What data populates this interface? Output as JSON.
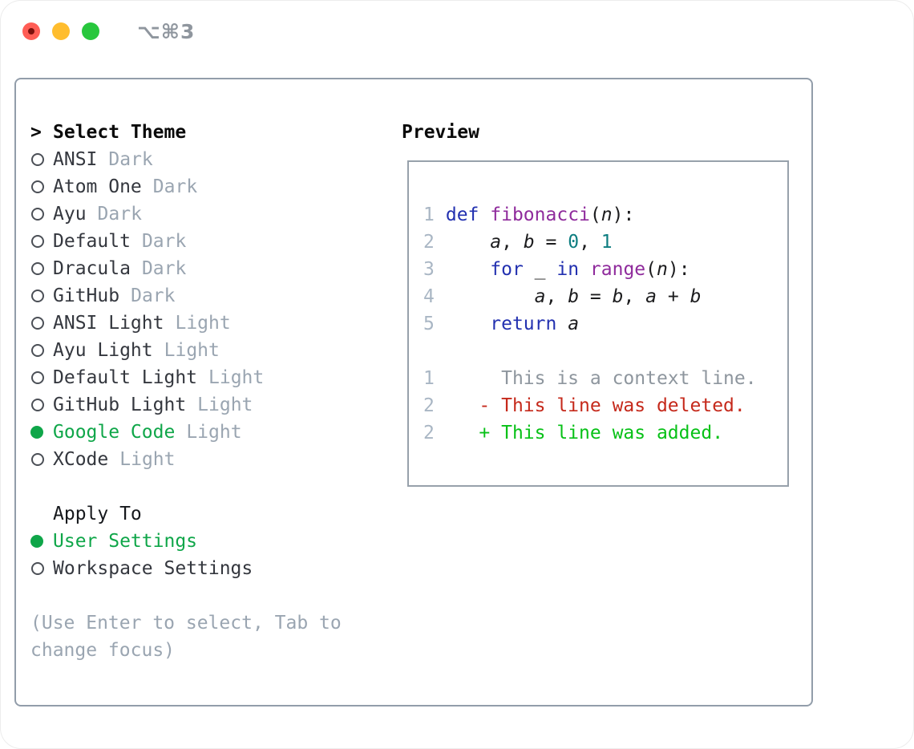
{
  "window": {
    "title": "⌥⌘3"
  },
  "colors": {
    "selection_green": "#0fa649",
    "item_text": "#34373e",
    "tag_text": "#9aa5b1",
    "line_number": "#a9b6c4",
    "keyword": "#2331b0",
    "function": "#8f2b9c",
    "number": "#0d7d80",
    "plain": "#1c1c1e",
    "context": "#8e969e",
    "deleted": "#c5291b",
    "added": "#07c117"
  },
  "panel": {
    "select_theme_header": "Select Theme",
    "themes": [
      {
        "name": "ANSI",
        "tag": "Dark",
        "selected": false
      },
      {
        "name": "Atom One",
        "tag": "Dark",
        "selected": false
      },
      {
        "name": "Ayu",
        "tag": "Dark",
        "selected": false
      },
      {
        "name": "Default",
        "tag": "Dark",
        "selected": false
      },
      {
        "name": "Dracula",
        "tag": "Dark",
        "selected": false
      },
      {
        "name": "GitHub",
        "tag": "Dark",
        "selected": false
      },
      {
        "name": "ANSI Light",
        "tag": "Light",
        "selected": false
      },
      {
        "name": "Ayu Light",
        "tag": "Light",
        "selected": false
      },
      {
        "name": "Default Light",
        "tag": "Light",
        "selected": false
      },
      {
        "name": "GitHub Light",
        "tag": "Light",
        "selected": false
      },
      {
        "name": "Google Code",
        "tag": "Light",
        "selected": true
      },
      {
        "name": "XCode",
        "tag": "Light",
        "selected": false
      }
    ],
    "apply_to": {
      "header": "Apply To",
      "options": [
        {
          "label": "User Settings",
          "selected": true
        },
        {
          "label": "Workspace Settings",
          "selected": false
        }
      ]
    },
    "hint_lines": [
      "(Use Enter to select, Tab to",
      "change focus)"
    ]
  },
  "preview": {
    "title": "Preview",
    "code_lines": [
      {
        "num": "1",
        "tokens": [
          {
            "t": "def",
            "c": "keyword"
          },
          {
            "t": " ",
            "c": "plain"
          },
          {
            "t": "fibonacci",
            "c": "function"
          },
          {
            "t": "(",
            "c": "plain"
          },
          {
            "t": "n",
            "c": "plain",
            "i": true
          },
          {
            "t": "):",
            "c": "plain"
          }
        ]
      },
      {
        "num": "2",
        "tokens": [
          {
            "t": "    ",
            "c": "plain"
          },
          {
            "t": "a",
            "c": "plain",
            "i": true
          },
          {
            "t": ", ",
            "c": "plain"
          },
          {
            "t": "b",
            "c": "plain",
            "i": true
          },
          {
            "t": " = ",
            "c": "plain"
          },
          {
            "t": "0",
            "c": "number"
          },
          {
            "t": ", ",
            "c": "plain"
          },
          {
            "t": "1",
            "c": "number"
          }
        ]
      },
      {
        "num": "3",
        "tokens": [
          {
            "t": "    ",
            "c": "plain"
          },
          {
            "t": "for",
            "c": "keyword"
          },
          {
            "t": " _ ",
            "c": "plain"
          },
          {
            "t": "in",
            "c": "keyword"
          },
          {
            "t": " ",
            "c": "plain"
          },
          {
            "t": "range",
            "c": "function"
          },
          {
            "t": "(",
            "c": "plain"
          },
          {
            "t": "n",
            "c": "plain",
            "i": true
          },
          {
            "t": "):",
            "c": "plain"
          }
        ]
      },
      {
        "num": "4",
        "tokens": [
          {
            "t": "        ",
            "c": "plain"
          },
          {
            "t": "a",
            "c": "plain",
            "i": true
          },
          {
            "t": ", ",
            "c": "plain"
          },
          {
            "t": "b",
            "c": "plain",
            "i": true
          },
          {
            "t": " = ",
            "c": "plain"
          },
          {
            "t": "b",
            "c": "plain",
            "i": true
          },
          {
            "t": ", ",
            "c": "plain"
          },
          {
            "t": "a",
            "c": "plain",
            "i": true
          },
          {
            "t": " + ",
            "c": "plain"
          },
          {
            "t": "b",
            "c": "plain",
            "i": true
          }
        ]
      },
      {
        "num": "5",
        "tokens": [
          {
            "t": "    ",
            "c": "plain"
          },
          {
            "t": "return",
            "c": "keyword"
          },
          {
            "t": " ",
            "c": "plain"
          },
          {
            "t": "a",
            "c": "plain",
            "i": true
          }
        ]
      },
      {
        "num": "",
        "tokens": []
      },
      {
        "num": "1",
        "tokens": [
          {
            "t": "     This is a context line.",
            "c": "context"
          }
        ]
      },
      {
        "num": "2",
        "tokens": [
          {
            "t": "   ",
            "c": "plain"
          },
          {
            "t": "- This line was deleted.",
            "c": "deleted"
          }
        ]
      },
      {
        "num": "2",
        "tokens": [
          {
            "t": "   ",
            "c": "plain"
          },
          {
            "t": "+ This line was added.",
            "c": "added"
          }
        ]
      }
    ]
  }
}
